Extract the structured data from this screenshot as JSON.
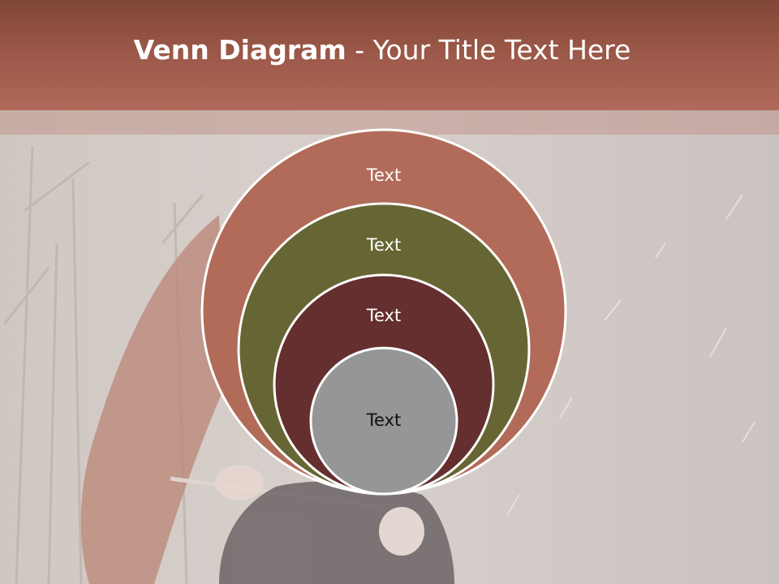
{
  "title": {
    "bold": "Venn Diagram",
    "rest": " - Your Title Text Here"
  },
  "diagram": {
    "type": "nested-venn",
    "circles": [
      {
        "label": "Text",
        "color": "#b26b59",
        "text_color": "#ffffff"
      },
      {
        "label": "Text",
        "color": "#666634",
        "text_color": "#ffffff"
      },
      {
        "label": "Text",
        "color": "#652e2f",
        "text_color": "#ffffff"
      },
      {
        "label": "Text",
        "color": "#969696",
        "text_color": "#111111"
      }
    ]
  },
  "colors": {
    "title_bar": "#9a5747",
    "background": "#d7cfcc",
    "ring_outline": "#ffffff"
  }
}
